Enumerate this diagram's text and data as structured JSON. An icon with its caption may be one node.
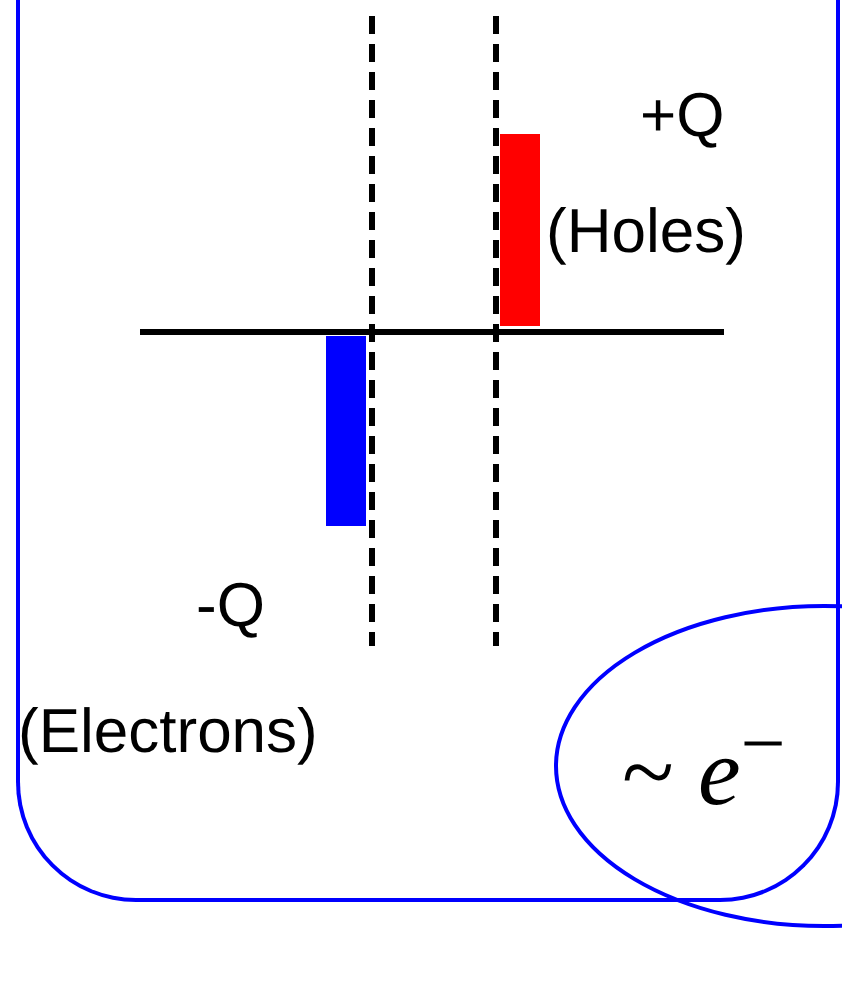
{
  "diagram": {
    "nodes": [
      {
        "text": [],
        "shape": "box"
      },
      {
        "text": [
          "~ *e*$^{−}$"
        ]
      }
    ],
    "labels": [
      "+Q",
      "(Holes)",
      "-Q",
      "(Electrons)"
    ]
  }
}
